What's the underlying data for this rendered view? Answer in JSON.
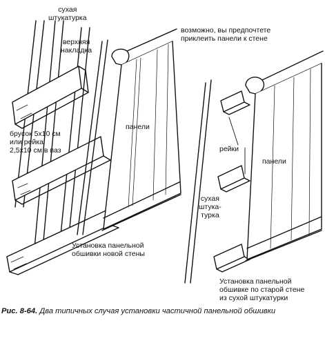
{
  "diagram": {
    "left_panel": {
      "drywall_label": "сухая\nштукатурка",
      "top_cap_label": "верхняя\nнакладка",
      "furring_label": "брусок 5x10 см\nили рейка\n2,5x10 см в паз",
      "panels_label": "панели",
      "bottom_label": "Установка панельной\nобшивки новой стены"
    },
    "right_panel": {
      "top_note": "возможно, вы предпочтете\nприклеить панели к стене",
      "battens_label": "рейки",
      "panels_label": "панели",
      "drywall_label": "сухая\nштука-\nтурка",
      "bottom_label": "Установка панельной\nобшивке по старой стене\nиз сухой штукатурки"
    }
  },
  "caption": {
    "figure_number": "Рис. 8-64.",
    "text": "Два типичных случая установки частичной панельной обшивки"
  }
}
